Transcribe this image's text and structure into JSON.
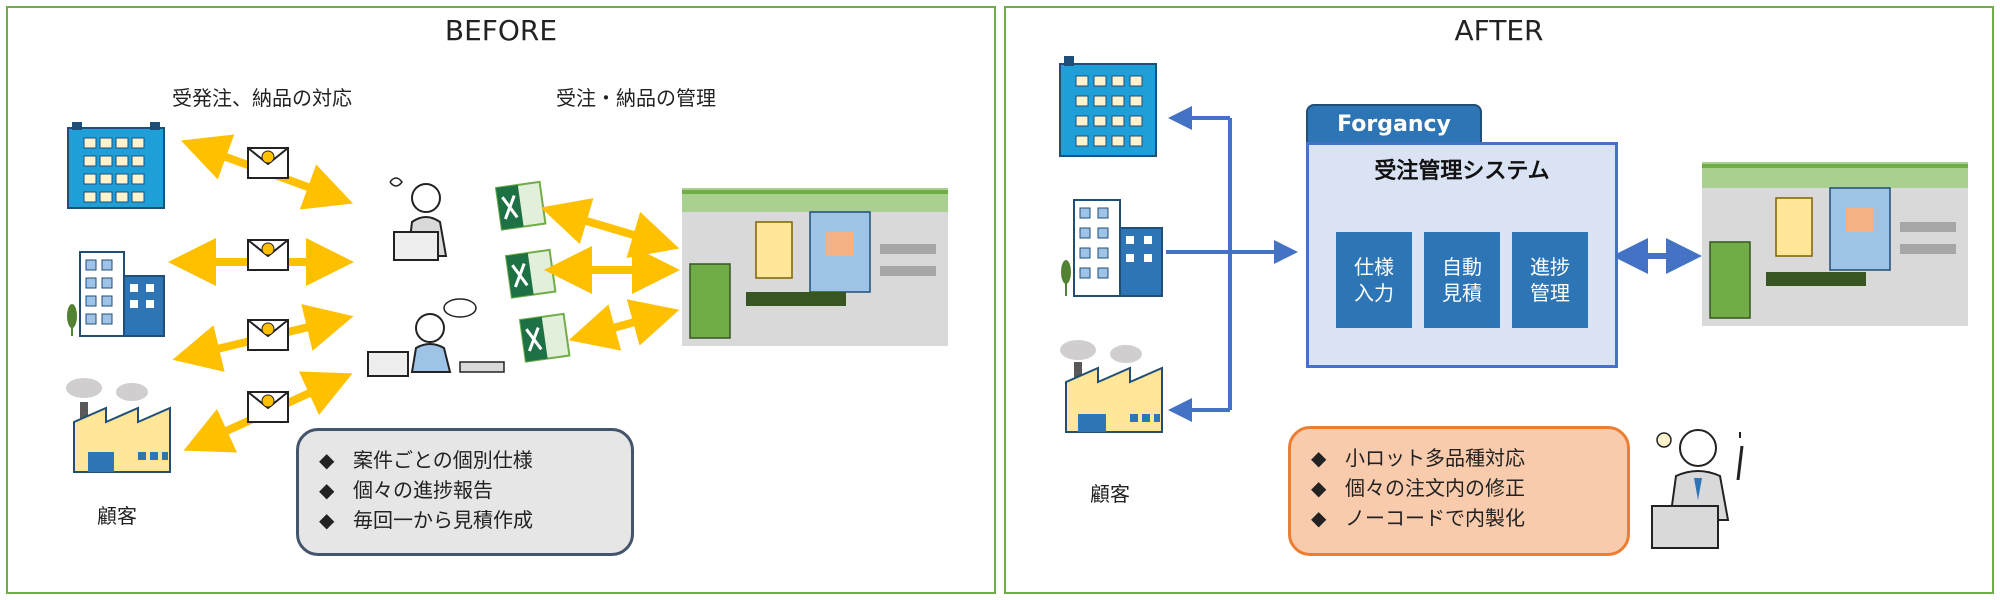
{
  "before": {
    "title": "BEFORE",
    "label_customer_side": "受発注、納品の対応",
    "label_factory_side": "受注・納品の管理",
    "label_customer": "顧客",
    "issues": [
      "案件ごとの個別仕様",
      "個々の進捗報告",
      "毎回一から見積作成"
    ]
  },
  "after": {
    "title": "AFTER",
    "label_customer": "顧客",
    "product_tab": "Forgancy",
    "system_title": "受注管理システム",
    "modules": [
      "仕様\n入力",
      "自動\n見積",
      "進捗\n管理"
    ],
    "benefits": [
      "小ロット多品種対応",
      "個々の注文内の修正",
      "ノーコードで内製化"
    ]
  },
  "bullet_glyph": "◆",
  "colors": {
    "panel_border": "#70ad47",
    "exchange_arrow": "#ffc000",
    "system_arrow": "#4472c4",
    "module_fill": "#2e75b6",
    "system_fill": "#dae3f3",
    "benefit_fill": "#f8cbad",
    "benefit_border": "#ed7d31",
    "issue_fill": "#e7e6e6",
    "issue_border": "#44546a"
  }
}
